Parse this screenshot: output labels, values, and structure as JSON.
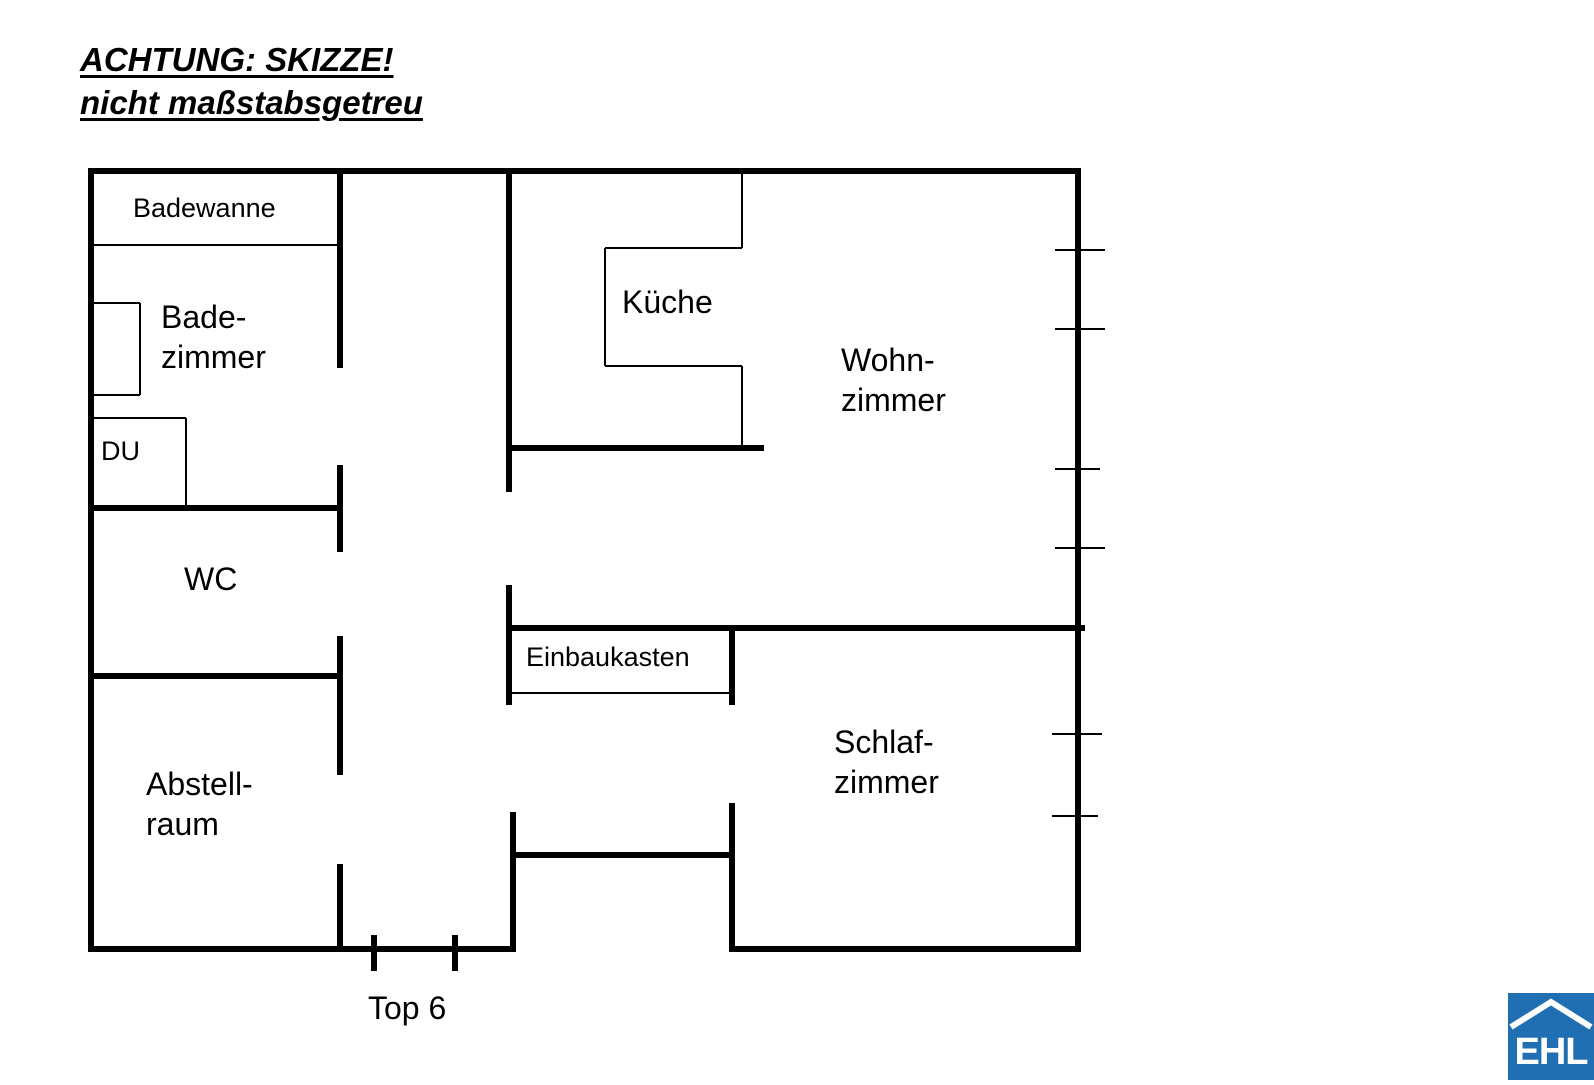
{
  "warning": {
    "line1": "ACHTUNG: SKIZZE!",
    "line2": "nicht maßstabsgetreu"
  },
  "rooms": {
    "bathtub": "Badewanne",
    "bathroom": "Bade-\nzimmer",
    "shower": "DU",
    "wc": "WC",
    "storage": "Abstell-\nraum",
    "kitchen": "Küche",
    "living": "Wohn-\nzimmer",
    "wardrobe": "Einbaukasten",
    "bedroom": "Schlaf-\nzimmer"
  },
  "entrance": "Top 6",
  "logo": {
    "text": "EHL",
    "color": "#1f6fb2"
  }
}
